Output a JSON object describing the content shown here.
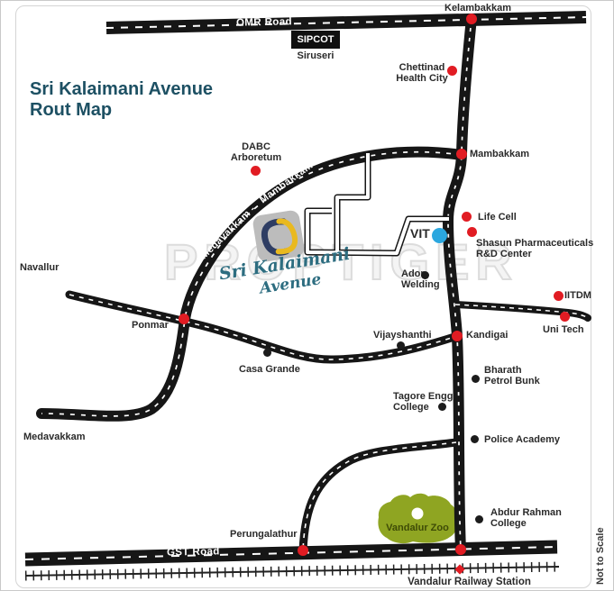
{
  "title": {
    "line1": "Sri Kalaimani Avenue",
    "line2": "Rout Map"
  },
  "branding": {
    "watermark": "PROPTIGER",
    "script_line1": "Sri Kalaimani",
    "script_line2": "Avenue"
  },
  "road_labels": {
    "omr": "OMR Road",
    "gst": "GST Road",
    "curve_part1": "Medavakkam -",
    "curve_part2": "Mambakkam"
  },
  "places": {
    "kelambakkam": "Kelambakkam",
    "sipcot": "SIPCOT",
    "siruseri": "Siruseri",
    "chettinad": "Chettinad\nHealth City",
    "mambakkam": "Mambakkam",
    "dabc": "DABC\nArboretum",
    "life_cell": "Life Cell",
    "shasun": "Shasun Pharmaceuticals\nR&D Center",
    "vit": "VIT",
    "ador": "Ador\nWelding",
    "iitdm": "IITDM",
    "uni_tech": "Uni Tech",
    "kandigai": "Kandigai",
    "vijayshanthi": "Vijayshanthi",
    "navallur": "Navallur",
    "ponmar": "Ponmar",
    "casa_grande": "Casa Grande",
    "medavakkam": "Medavakkam",
    "bharath": "Bharath\nPetrol Bunk",
    "tagore": "Tagore Engg\nCollege",
    "police": "Police Academy",
    "abdur": "Abdur Rahman\nCollege",
    "perungalathur": "Perungalathur",
    "vandalur_zoo": "Vandalur Zoo",
    "vandalur_station": "Vandalur Railway Station",
    "not_to_scale": "Not to Scale"
  },
  "colors": {
    "red": "#e11c23",
    "blue": "#2ba7df",
    "black_dot": "#1c1c1c",
    "road": "#161616",
    "teal": "#1d5063",
    "script_teal": "#2d6d80",
    "zoo_green": "#8fa522",
    "zoo_text": "#3e4b06",
    "logo_gray": "#bcbcbc",
    "logo_navy": "#2e3d63",
    "logo_yellow": "#e9b91f"
  }
}
